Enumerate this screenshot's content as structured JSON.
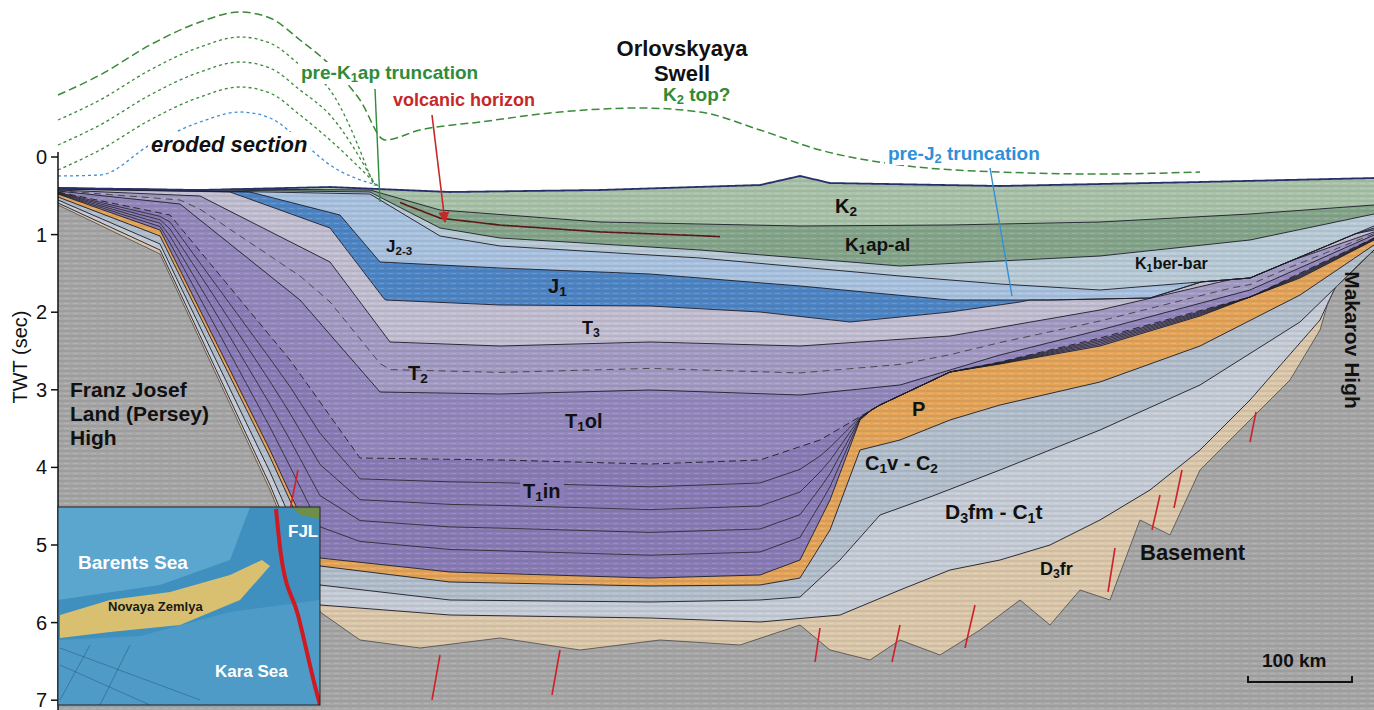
{
  "diagram": {
    "labels": [
      "eroded section",
      "Orlovskyaya Swell",
      "pre-K1ap truncation",
      "K2 top?",
      "volcanic horizon",
      "pre-J2 truncation",
      "K2",
      "K1ap-al",
      "K1ber-bar",
      "J2-3",
      "J1",
      "T3",
      "T2",
      "T1ol",
      "T1in",
      "P",
      "C1v - C2",
      "D3fm - C1t",
      "D3fr",
      "Basement",
      "Franz Josef Land (Persey) High",
      "Makarov High",
      "TWT (sec)",
      "0",
      "1",
      "2",
      "3",
      "4",
      "5",
      "6",
      "7",
      "100 km",
      "FJL",
      "Barents Sea",
      "Novaya Zemlya",
      "Kara Sea"
    ]
  }
}
